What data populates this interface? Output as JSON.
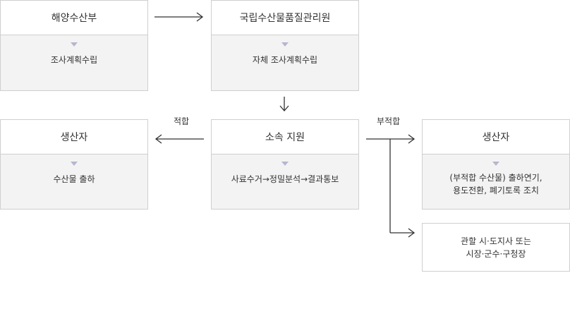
{
  "boxes": {
    "mof": {
      "title": "해양수산부",
      "body": "조사계획수립"
    },
    "nfqs": {
      "title": "국립수산물품질관리원",
      "body": "자체 조사계획수립"
    },
    "support": {
      "title": "소속 지원",
      "body": "사료수거→정밀분석→결과통보"
    },
    "producer_ok": {
      "title": "생산자",
      "body": "수산물 출하"
    },
    "producer_ng": {
      "title": "생산자",
      "body_line1": "(부적합 수산물) 출하연기,",
      "body_line2": "용도전환, 폐기토록 조치"
    },
    "local_gov": {
      "line1": "관할 시·도지사 또는",
      "line2": "시장·군수·구청장"
    }
  },
  "edge_labels": {
    "suitable": "적합",
    "unsuitable": "부적합"
  },
  "colors": {
    "border": "#cfcfcf",
    "body_fill": "#f3f3f3",
    "triangle": "#b6b6d0",
    "arrow": "#333333"
  }
}
